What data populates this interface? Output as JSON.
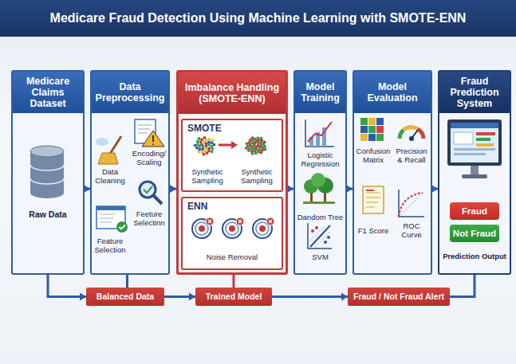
{
  "diagram": {
    "title": "Medicare Fraud Detection Using Machine Learning with SMOTE-ENN",
    "nodes": [
      {
        "text": [
          "Medicare Claims Dataset",
          "Raw Data"
        ]
      },
      {
        "text": [
          "Data Preprocessing",
          "Data Cleaning",
          "Encoding/ Scaling",
          "Feature Selection",
          "Feeture Selectinn"
        ]
      },
      {
        "text": [
          "Imbalance Handling (SMOTE-ENN)"
        ]
      },
      {
        "text": [
          "SMOTE",
          "Synthetic Sampling",
          "Synthetic Sampling"
        ],
        "in": 2
      },
      {
        "text": [
          "ENN",
          "Noise Removal"
        ],
        "in": 2
      },
      {
        "text": [
          "Model Training",
          "Logistic Regression",
          "Dandom Tree",
          "SVM"
        ]
      },
      {
        "text": [
          "Model Evaluation",
          "Confusion Matrix",
          "Precision & Recall",
          "F1 Score",
          "ROC Curve"
        ]
      },
      {
        "text": [
          "Fraud Prediction System",
          "Prediction Output"
        ]
      },
      {
        "text": [
          "Fraud"
        ],
        "in": 7
      },
      {
        "text": [
          "Not Fraud"
        ],
        "in": 7
      },
      {
        "text": [
          "Balanced Data"
        ]
      },
      {
        "text": [
          "Trained Model"
        ]
      },
      {
        "text": [
          "Fraud / Not Fraud Alert"
        ]
      }
    ],
    "edges": [
      {
        "from": 0,
        "to": 1,
        "arrow": "to"
      },
      {
        "from": 1,
        "to": 2,
        "arrow": "to"
      },
      {
        "from": 2,
        "to": 5,
        "arrow": "to"
      },
      {
        "from": 5,
        "to": 6,
        "arrow": "to"
      },
      {
        "from": 6,
        "to": 7,
        "arrow": "to"
      },
      {
        "from": 0,
        "to": 10,
        "arrow": "to"
      },
      {
        "from": 1,
        "to": 10,
        "arrow": "none"
      },
      {
        "from": 10,
        "to": 11,
        "arrow": "to"
      },
      {
        "from": 2,
        "to": 11,
        "arrow": "none"
      },
      {
        "from": 11,
        "to": 12,
        "arrow": "to"
      },
      {
        "from": 12,
        "to": 7,
        "arrow": "none"
      }
    ]
  }
}
